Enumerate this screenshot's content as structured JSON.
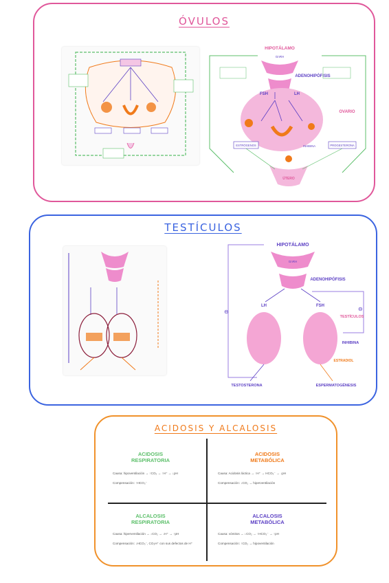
{
  "ovulos": {
    "title": "ÓVULOS",
    "hipotalamo": "HIPOTÁLAMO",
    "gnrh": "GnRH",
    "adenohipofisis": "ADENOHIPÓFISIS",
    "fsh": "FSH",
    "lh": "LH",
    "ovario": "OVARIO",
    "estrogenos": "ESTRÓGENOS",
    "inhibina": "INHIBINA",
    "progesterona": "PROGESTERONA",
    "utero": "ÚTERO"
  },
  "testiculos": {
    "title": "TESTÍCULOS",
    "hipotalamo": "HIPOTÁLAMO",
    "gnrh": "GnRH",
    "adenohipofisis": "ADENOHIPÓFISIS",
    "lh": "LH",
    "fsh": "FSH",
    "testiculos_label": "TESTÍCULOS",
    "inhibina": "INHIBINA",
    "estradiol": "ESTRADIOL",
    "testosterona": "TESTOSTERONA",
    "espermatogenesis": "ESPERMATOGÉNESIS",
    "minus": "⊖"
  },
  "acidosis": {
    "title": "ACIDOSIS Y ALCALOSIS",
    "q1": {
      "title1": "ACIDOSIS",
      "title2": "RESPIRATORIA",
      "causa": "Causa: hipoventilación → ↑CO₂ → ↑H⁺ → ↓pH",
      "comp": "Compensación: ↑HCO₃⁻"
    },
    "q2": {
      "title1": "ACIDOSIS",
      "title2": "METABÓLICA",
      "causa": "Causa: Acidosis láctica → ↑H⁺ → HCO₃⁻ → ↓pH",
      "comp": "Compensación: ↓CO₂ → hiperventilación"
    },
    "q3": {
      "title1": "ALCALOSIS",
      "title2": "RESPIRATORIA",
      "causa": "Causa: hiperventilación → ↓CO₂ → ↓H⁺ → ↑pH",
      "comp": "Compensación: ↓HCO₃⁻, CO₂H⁺ con sus defectos de H⁺"
    },
    "q4": {
      "title1": "ALCALOSIS",
      "title2": "METABÓLICA",
      "causa": "Causa: vómitos → ↓CO₂ → ↑HCO₃⁻ → ↑pH",
      "comp": "Compensación: ↑CO₂ → hipoventilación"
    }
  },
  "colors": {
    "ovulos": "#e0579a",
    "testiculos": "#3a63e0",
    "acidosis": "#f0912a",
    "purple": "#5b3fc4",
    "pink": "#ee8ccc",
    "orange": "#f07a1a",
    "green": "#5cbf6a"
  }
}
